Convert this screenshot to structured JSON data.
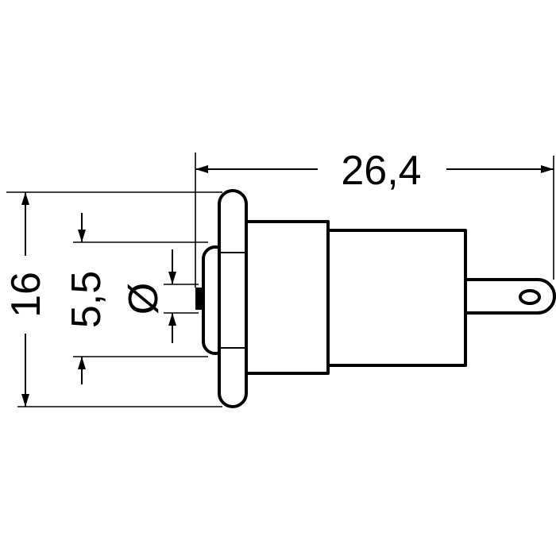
{
  "dimensions": {
    "overall_length": "26,4",
    "height": "16",
    "thread": "5,5",
    "diameter_symbol": "Ø"
  },
  "colors": {
    "line": "#000000",
    "background": "#ffffff"
  }
}
